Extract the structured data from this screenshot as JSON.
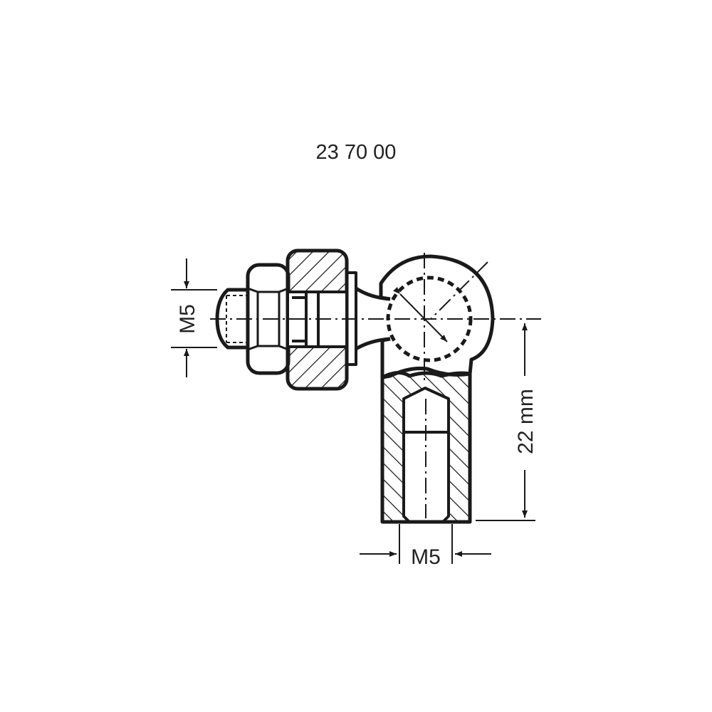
{
  "title": "23 70 00",
  "dimensions": {
    "stud_thread": "M5",
    "body_length": "22 mm",
    "body_thread": "M5"
  },
  "colors": {
    "line": "#1a1a1a",
    "background": "#ffffff"
  }
}
